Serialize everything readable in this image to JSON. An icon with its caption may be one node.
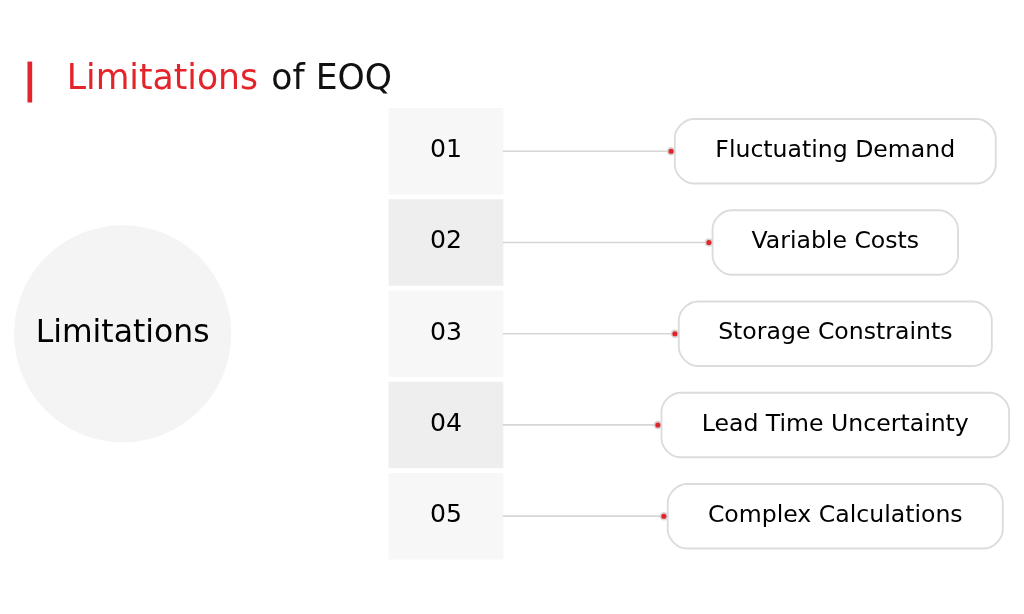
{
  "diagram": {
    "title": "Limitations of EOQ",
    "nodes": [
      {
        "text": [
          "Limitations"
        ]
      },
      {
        "text": [
          "01"
        ]
      },
      {
        "text": [
          "02"
        ]
      },
      {
        "text": [
          "03"
        ]
      },
      {
        "text": [
          "04"
        ]
      },
      {
        "text": [
          "05"
        ]
      },
      {
        "text": [
          "Fluctuating Demand"
        ]
      },
      {
        "text": [
          "Variable Costs"
        ]
      },
      {
        "text": [
          "Storage Constraints"
        ]
      },
      {
        "text": [
          "Lead Time Uncertainty"
        ]
      },
      {
        "text": [
          "Complex Calculations"
        ]
      }
    ],
    "edges": [
      {
        "from": 1,
        "to": 6,
        "arrow": "other"
      },
      {
        "from": 2,
        "to": 7,
        "arrow": "other"
      },
      {
        "from": 3,
        "to": 8,
        "arrow": "other"
      },
      {
        "from": 4,
        "to": 9,
        "arrow": "other"
      },
      {
        "from": 5,
        "to": 10,
        "arrow": "other"
      }
    ]
  }
}
